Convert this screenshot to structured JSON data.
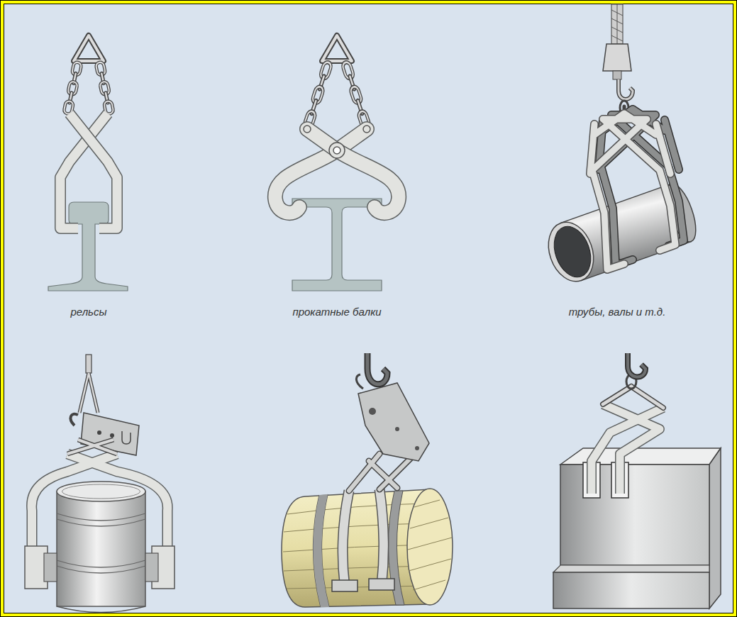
{
  "diagram": {
    "labels": [
      "рельсы",
      "прокатные балки",
      "трубы, валы и т.д."
    ]
  }
}
